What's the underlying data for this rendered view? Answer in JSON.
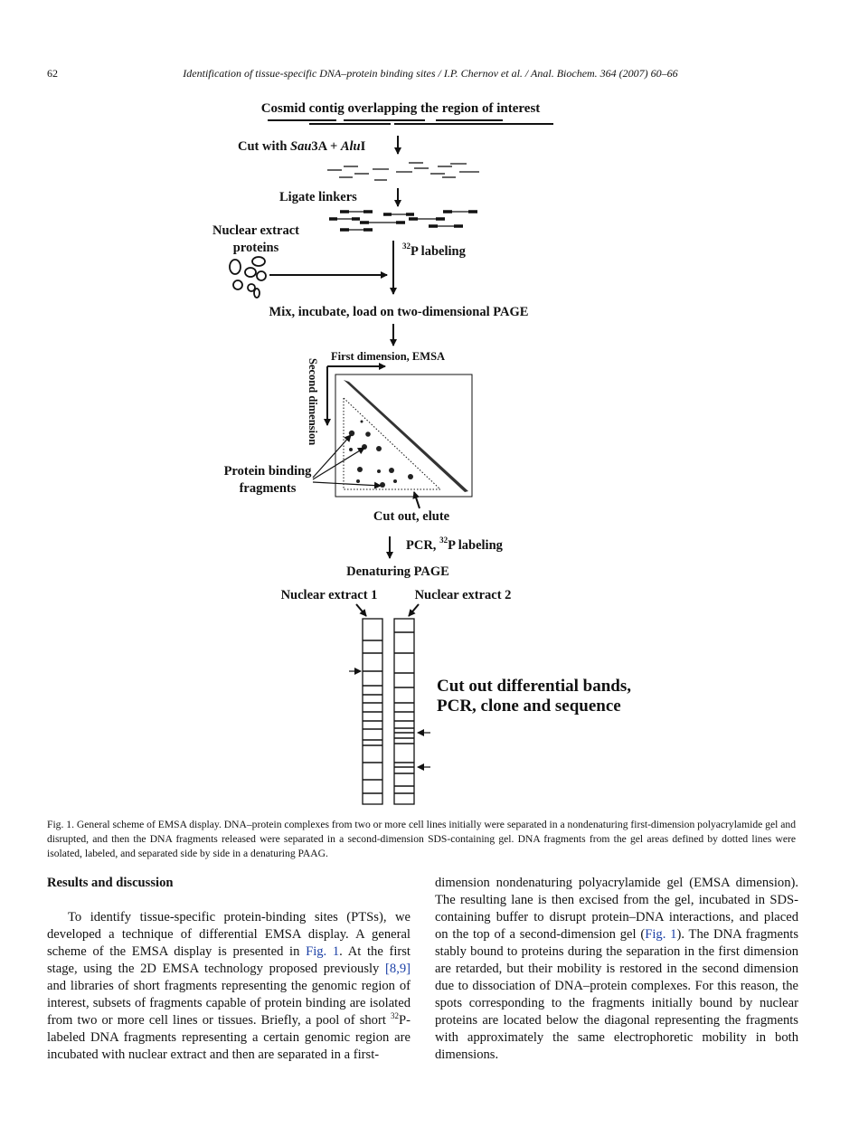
{
  "header": {
    "page_number": "62",
    "running_title": "Identification of tissue-specific DNA–protein binding sites / I.P. Chernov et al. / Anal. Biochem. 364 (2007) 60–66"
  },
  "figure": {
    "title": "Cosmid contig overlapping the region of interest",
    "cut_prefix": "Cut with ",
    "cut_enzyme1": "Sau",
    "cut_mid": "3A + ",
    "cut_enzyme2": "Alu",
    "cut_suffix": "I",
    "ligate": "Ligate linkers",
    "nuclear_extract_line1": "Nuclear extract",
    "nuclear_extract_line2": "proteins",
    "p32": "32",
    "p_labeling": "P labeling",
    "mix": "Mix, incubate, load on two-dimensional PAGE",
    "first_dim": "First dimension, EMSA",
    "second_dim": "Second dimension",
    "protein_binding_line1": "Protein binding",
    "protein_binding_line2": "fragments",
    "cut_out_elute": "Cut out, elute",
    "pcr_prefix": "PCR, ",
    "denaturing": "Denaturing PAGE",
    "extract1": "Nuclear extract 1",
    "extract2": "Nuclear extract 2",
    "final_line1": "Cut out differential bands,",
    "final_line2": "PCR, clone and sequence"
  },
  "caption": "Fig. 1. General scheme of EMSA display. DNA–protein complexes from two or more cell lines initially were separated in a nondenaturing first-dimension polyacrylamide gel and disrupted, and then the DNA fragments released were separated in a second-dimension SDS-containing gel. DNA fragments from the gel areas defined by dotted lines were isolated, labeled, and separated side by side in a denaturing PAAG.",
  "body": {
    "section_title": "Results and discussion",
    "left_p1": "To identify tissue-specific protein-binding sites (PTSs), we developed a technique of differential EMSA display. A general scheme of the EMSA display is presented in ",
    "left_ref1": "Fig. 1",
    "left_p2": ". At the first stage, using the 2D EMSA technology proposed previously ",
    "left_ref2": "[8,9]",
    "left_p3": " and libraries of short fragments representing the genomic region of interest, subsets of fragments capable of protein binding are isolated from two or more cell lines or tissues. Briefly, a pool of short ",
    "left_sup": "32",
    "left_p4": "P-labeled DNA fragments representing a certain genomic region are incubated with nuclear extract and then are separated in a first-",
    "right_p1": "dimension nondenaturing polyacrylamide gel (EMSA dimension). The resulting lane is then excised from the gel, incubated in SDS-containing buffer to disrupt protein–DNA interactions, and placed on the top of a second-dimension gel (",
    "right_ref1": "Fig. 1",
    "right_p2": "). The DNA fragments stably bound to proteins during the separation in the first dimension are retarded, but their mobility is restored in the second dimension due to dissociation of DNA–protein complexes. For this reason, the spots corresponding to the fragments initially bound by nuclear proteins are located below the diagonal representing the fragments with approximately the same electrophoretic mobility in both dimensions."
  }
}
